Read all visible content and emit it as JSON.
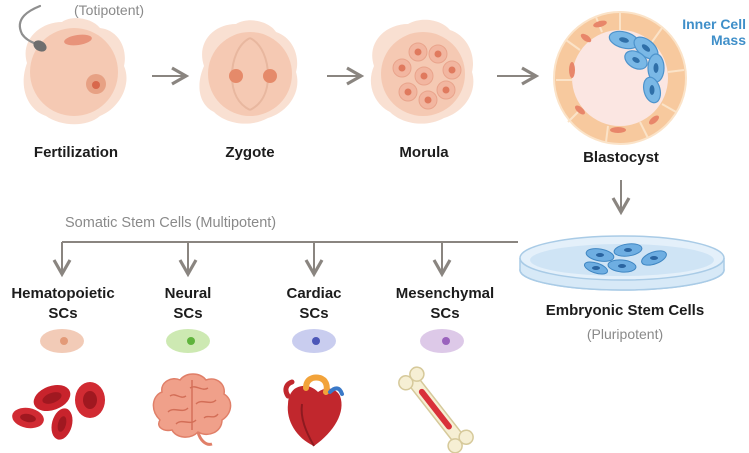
{
  "top_note": "(Totipotent)",
  "stages": {
    "fertilization": "Fertilization",
    "zygote": "Zygote",
    "morula": "Morula",
    "blastocyst": "Blastocyst"
  },
  "inner_cell_mass": {
    "line1": "Inner Cell",
    "line2": "Mass"
  },
  "embryonic": {
    "title": "Embryonic Stem Cells",
    "note": "(Pluripotent)"
  },
  "somatic_header": "Somatic Stem Cells (Multipotent)",
  "somatic": [
    {
      "name": "Hematopoietic",
      "suffix": "SCs",
      "color": "#f2cbb7",
      "nucleus": "#e39a78"
    },
    {
      "name": "Neural",
      "suffix": "SCs",
      "color": "#cde9b2",
      "nucleus": "#5fb43c"
    },
    {
      "name": "Cardiac",
      "suffix": "SCs",
      "color": "#c9cdef",
      "nucleus": "#4c57b8"
    },
    {
      "name": "Mesenchymal",
      "suffix": "SCs",
      "color": "#ddc9e8",
      "nucleus": "#9a63bd"
    }
  ],
  "colors": {
    "cell_fill": "#f5c9b3",
    "cell_outer": "#f9e0d2",
    "nucleus": "#e58a6a",
    "arrow": "#8a8580",
    "icm_blue": "#6fb0e0",
    "trophoblast": "#f7c99e"
  },
  "icons": [
    "sperm-icon",
    "red-blood-cells-icon",
    "brain-icon",
    "heart-icon",
    "bone-icon",
    "petri-dish-icon"
  ]
}
